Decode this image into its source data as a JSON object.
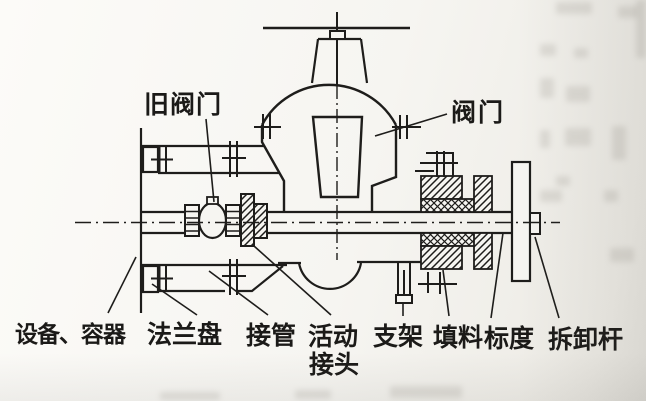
{
  "figure": {
    "kind": "scanned technical line diagram",
    "subject": "valve mounted on an equipment nozzle with packing box and removal rod"
  },
  "labels": {
    "old_valve": "旧阀门",
    "valve": "阀门",
    "equipment_container": "设备、容器",
    "flange": "法兰盘",
    "connecting_pipe": "接管",
    "union_line1": "活动",
    "union_line2": "接头",
    "bracket": "支架",
    "packing": "填料",
    "scale": "标度",
    "removal_rod": "拆卸杆"
  },
  "colors": {
    "ink": "#1e1d1b",
    "paper": "#f6f5f1"
  }
}
